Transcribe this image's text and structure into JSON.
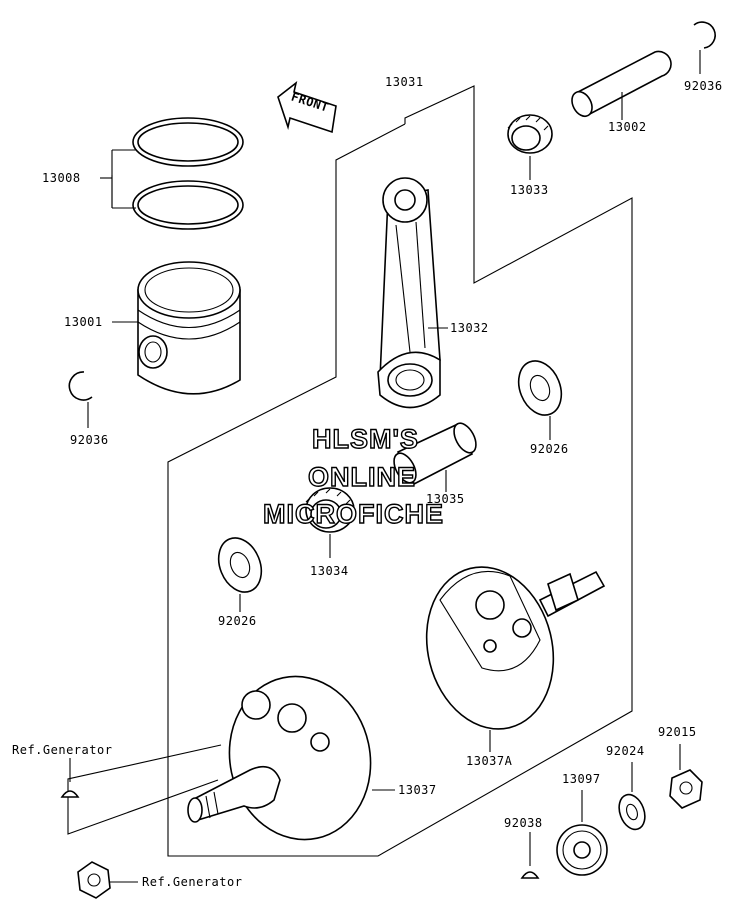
{
  "diagram": {
    "front_arrow_text": "FRONT",
    "watermark": [
      "HLSM'S",
      "ONLINE",
      "MICROFICHE"
    ],
    "parts": [
      {
        "id": "13031",
        "label": "13031"
      },
      {
        "id": "13002",
        "label": "13002"
      },
      {
        "id": "92036a",
        "label": "92036"
      },
      {
        "id": "13033",
        "label": "13033"
      },
      {
        "id": "13008",
        "label": "13008"
      },
      {
        "id": "13001",
        "label": "13001"
      },
      {
        "id": "13032",
        "label": "13032"
      },
      {
        "id": "92036b",
        "label": "92036"
      },
      {
        "id": "92026a",
        "label": "92026"
      },
      {
        "id": "13035",
        "label": "13035"
      },
      {
        "id": "13034",
        "label": "13034"
      },
      {
        "id": "92026b",
        "label": "92026"
      },
      {
        "id": "ref-gen-1",
        "label": "Ref.Generator"
      },
      {
        "id": "13037A",
        "label": "13037A"
      },
      {
        "id": "92015",
        "label": "92015"
      },
      {
        "id": "92024",
        "label": "92024"
      },
      {
        "id": "13097",
        "label": "13097"
      },
      {
        "id": "13037",
        "label": "13037"
      },
      {
        "id": "92038",
        "label": "92038"
      },
      {
        "id": "ref-gen-2",
        "label": "Ref.Generator"
      }
    ]
  }
}
